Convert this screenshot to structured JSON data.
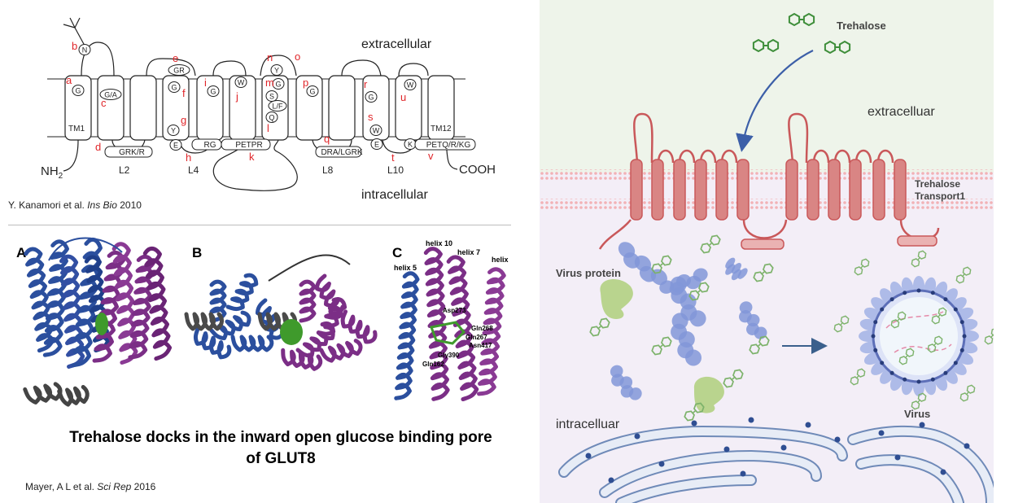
{
  "topology": {
    "extracellular": "extracellular",
    "intracellular": "intracellular",
    "nh2": "NH",
    "nh2_sub": "2",
    "cooh": "COOH",
    "helices": [
      "TM1",
      "",
      "",
      "",
      "",
      "",
      "",
      "",
      "",
      "",
      "",
      "TM12"
    ],
    "loops": [
      "L2",
      "L4",
      "L8",
      "L10"
    ],
    "boxes": [
      "GRK/R",
      "RG",
      "PETPR",
      "DRA/LGRK",
      "PETQ/R/KG"
    ],
    "residues": [
      "N",
      "G",
      "G/A",
      "GR",
      "G",
      "Y",
      "E",
      "G",
      "W",
      "Y",
      "G",
      "S",
      "L/F",
      "Q",
      "G",
      "G",
      "W",
      "E",
      "K",
      "W"
    ],
    "red_letters": [
      "a",
      "b",
      "c",
      "d",
      "e",
      "f",
      "g",
      "h",
      "i",
      "j",
      "k",
      "l",
      "m",
      "n",
      "o",
      "p",
      "q",
      "r",
      "s",
      "t",
      "u",
      "v"
    ]
  },
  "citation_top": {
    "authors": "Y. Kanamori et al.",
    "journal": "Ins Bio",
    "year": "2010"
  },
  "structures": {
    "panel_labels": [
      "A",
      "B",
      "C"
    ],
    "helix_labels": [
      "helix 10",
      "helix 7",
      "helix",
      "helix 5"
    ],
    "residue_labels": [
      "Asp273",
      "Gln268",
      "Gln267",
      "Asn417",
      "Gly390",
      "Gln162"
    ]
  },
  "caption": {
    "line1": "Trehalose docks in the inward open glucose binding pore",
    "line2": "of GLUT8"
  },
  "citation_bottom": {
    "authors": "Mayer, A L et al.",
    "journal": "Sci Rep",
    "year": "2016"
  },
  "right_panel": {
    "trehalose": "Trehalose",
    "extracellular": "extracelluar",
    "transporter_line1": "Trehalose",
    "transporter_line2": "Transport1",
    "virus_protein": "Virus protein",
    "intracellular": "intracelluar",
    "virus": "Virus"
  },
  "colors": {
    "red_label": "#e0262a",
    "helix_blue": "#2b4f9e",
    "helix_purple": "#7b2e86",
    "transporter": "#d27a78",
    "trehalose_green": "#3e8e3a",
    "protein_blue": "#7f93d6",
    "protein_green": "#b6d08a"
  }
}
